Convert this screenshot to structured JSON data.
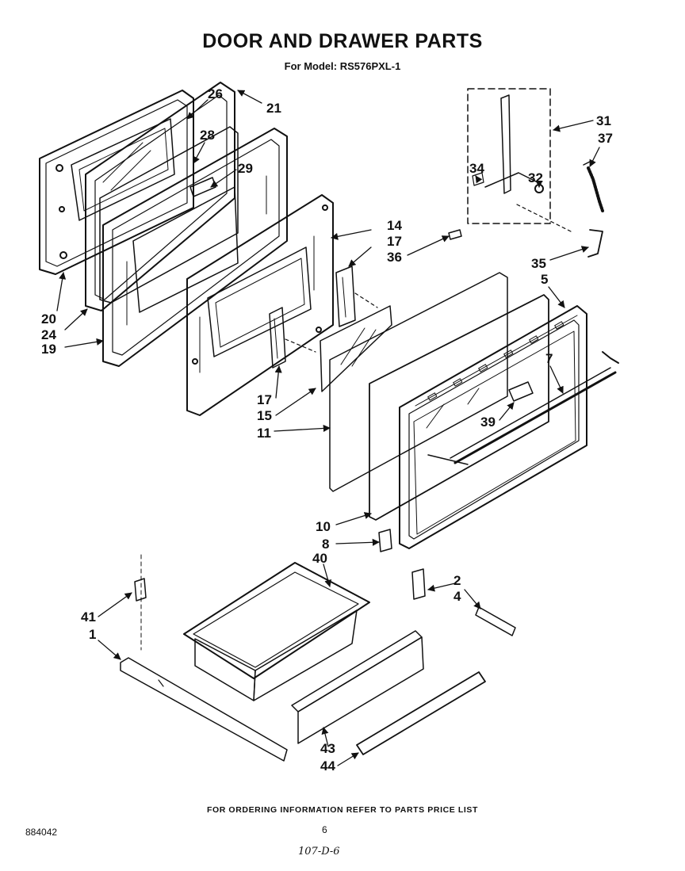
{
  "page": {
    "title": "DOOR AND DRAWER PARTS",
    "subtitle": "For Model: RS576PXL-1",
    "footer_note": "FOR ORDERING INFORMATION REFER TO PARTS PRICE LIST",
    "doc_number": "884042",
    "page_number": "6",
    "handwritten_note": "107-D-6"
  },
  "callouts": [
    {
      "id": "21",
      "text": "21"
    },
    {
      "id": "26",
      "text": "26"
    },
    {
      "id": "28",
      "text": "28"
    },
    {
      "id": "29",
      "text": "29"
    },
    {
      "id": "14",
      "text": "14"
    },
    {
      "id": "17a",
      "text": "17"
    },
    {
      "id": "36",
      "text": "36"
    },
    {
      "id": "31",
      "text": "31"
    },
    {
      "id": "37",
      "text": "37"
    },
    {
      "id": "34",
      "text": "34"
    },
    {
      "id": "32",
      "text": "32"
    },
    {
      "id": "35",
      "text": "35"
    },
    {
      "id": "5",
      "text": "5"
    },
    {
      "id": "7",
      "text": "7"
    },
    {
      "id": "20",
      "text": "20"
    },
    {
      "id": "24",
      "text": "24"
    },
    {
      "id": "19",
      "text": "19"
    },
    {
      "id": "17b",
      "text": "17"
    },
    {
      "id": "15",
      "text": "15"
    },
    {
      "id": "11",
      "text": "11"
    },
    {
      "id": "39",
      "text": "39"
    },
    {
      "id": "10",
      "text": "10"
    },
    {
      "id": "8",
      "text": "8"
    },
    {
      "id": "40",
      "text": "40"
    },
    {
      "id": "2",
      "text": "2"
    },
    {
      "id": "4",
      "text": "4"
    },
    {
      "id": "41",
      "text": "41"
    },
    {
      "id": "1",
      "text": "1"
    },
    {
      "id": "43",
      "text": "43"
    },
    {
      "id": "44",
      "text": "44"
    }
  ]
}
